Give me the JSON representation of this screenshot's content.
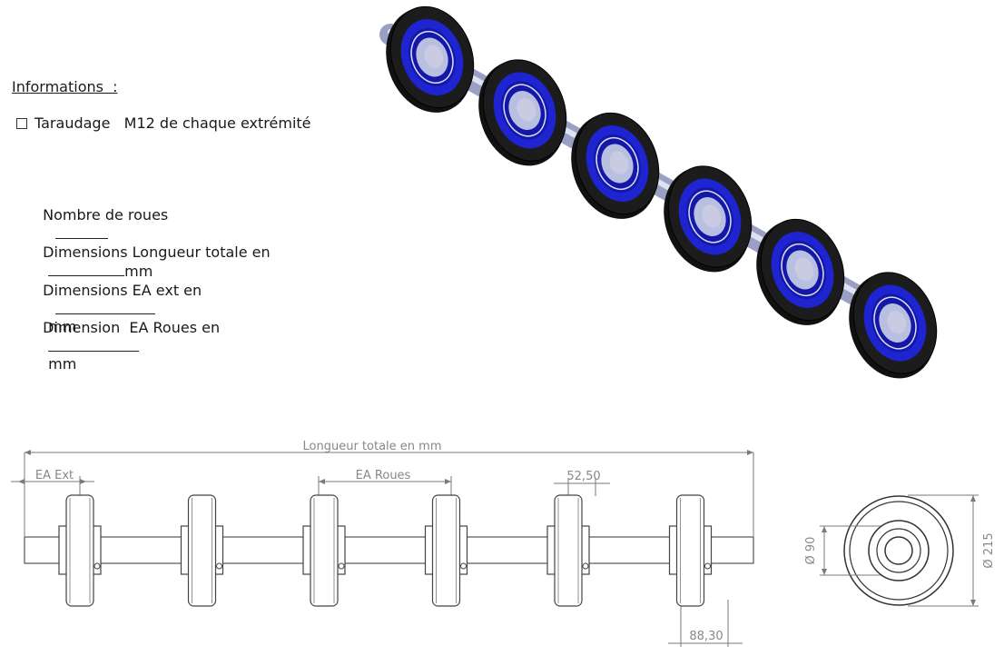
{
  "info": {
    "title": "Informations  :",
    "tapping_label": "Taraudage   M12 de chaque extrémité"
  },
  "form": {
    "wheel_count_label": "Nombre de roues",
    "total_length_label": "Dimensions Longueur totale en",
    "total_length_unit": "mm",
    "ea_ext_label": "Dimensions EA ext en",
    "ea_ext_unit": "mm",
    "ea_wheels_label": "Dimension  EA Roues en",
    "ea_wheels_unit": "mm"
  },
  "drawing": {
    "total_length_label": "Longueur totale en mm",
    "ea_ext_label": "EA  Ext",
    "ea_roues_label": "EA Roues",
    "wheel_width": "52,50",
    "hub_width": "88,30",
    "hub_diameter": "Ø 90",
    "wheel_diameter": "Ø 215",
    "wheel_count": 6
  },
  "colors": {
    "tire": "#1c1c1c",
    "rim": "#1e24d0",
    "hub": "#b9bfe0",
    "axle": "#c8cbe2",
    "line": "#7a7a7a"
  }
}
